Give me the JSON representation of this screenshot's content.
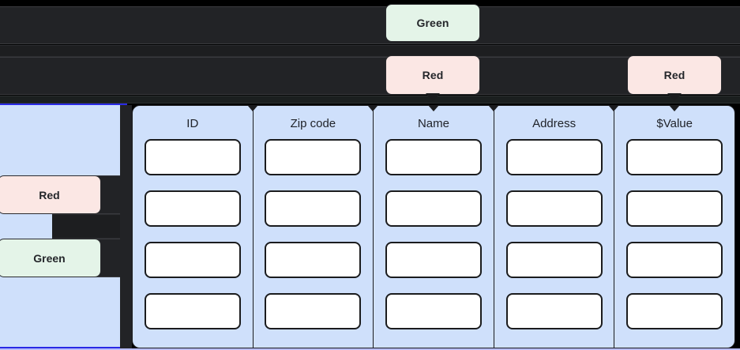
{
  "stage": {
    "background_color": "#000000",
    "row_color": "#222326",
    "panel_color": "#cfe0fb",
    "panel_border_color": "#2a2ae6"
  },
  "tooltips": [
    {
      "id": "green-top",
      "label": "Green",
      "color": "green",
      "has_tail": false
    },
    {
      "id": "red-top",
      "label": "Red",
      "color": "red",
      "has_tail": true
    },
    {
      "id": "red-top-2",
      "label": "Red",
      "color": "red",
      "has_tail": true
    }
  ],
  "sidebar": {
    "badges": [
      {
        "id": "red",
        "label": "Red",
        "color": "red"
      },
      {
        "id": "green",
        "label": "Green",
        "color": "green"
      }
    ]
  },
  "table": {
    "columns": [
      {
        "header": "ID",
        "marker": false
      },
      {
        "header": "Zip code",
        "marker": false
      },
      {
        "header": "Name",
        "marker": true
      },
      {
        "header": "Address",
        "marker": false
      },
      {
        "header": "$Value",
        "marker": true
      }
    ],
    "rows": [
      {
        "ID": "",
        "Zip code": "",
        "Name": "",
        "Address": "",
        "$Value": ""
      },
      {
        "ID": "",
        "Zip code": "",
        "Name": "",
        "Address": "",
        "$Value": ""
      },
      {
        "ID": "",
        "Zip code": "",
        "Name": "",
        "Address": "",
        "$Value": ""
      },
      {
        "ID": "",
        "Zip code": "",
        "Name": "",
        "Address": "",
        "$Value": ""
      }
    ],
    "colors": {
      "background": "#cfe0fb",
      "cell_background": "#ffffff",
      "border": "#1b1c1e"
    }
  }
}
